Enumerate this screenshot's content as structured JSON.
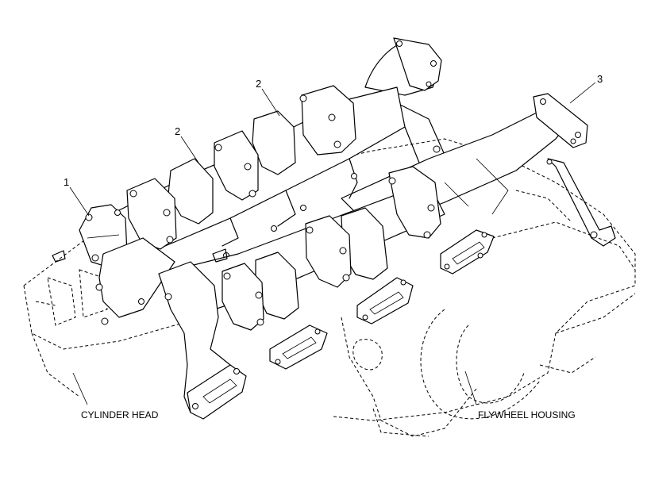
{
  "callouts": {
    "c1": "1",
    "c2a": "2",
    "c2b": "2",
    "c3": "3"
  },
  "labels": {
    "cylinder_head": "CYLINDER HEAD",
    "flywheel_housing": "FLYWHEEL HOUSING"
  }
}
